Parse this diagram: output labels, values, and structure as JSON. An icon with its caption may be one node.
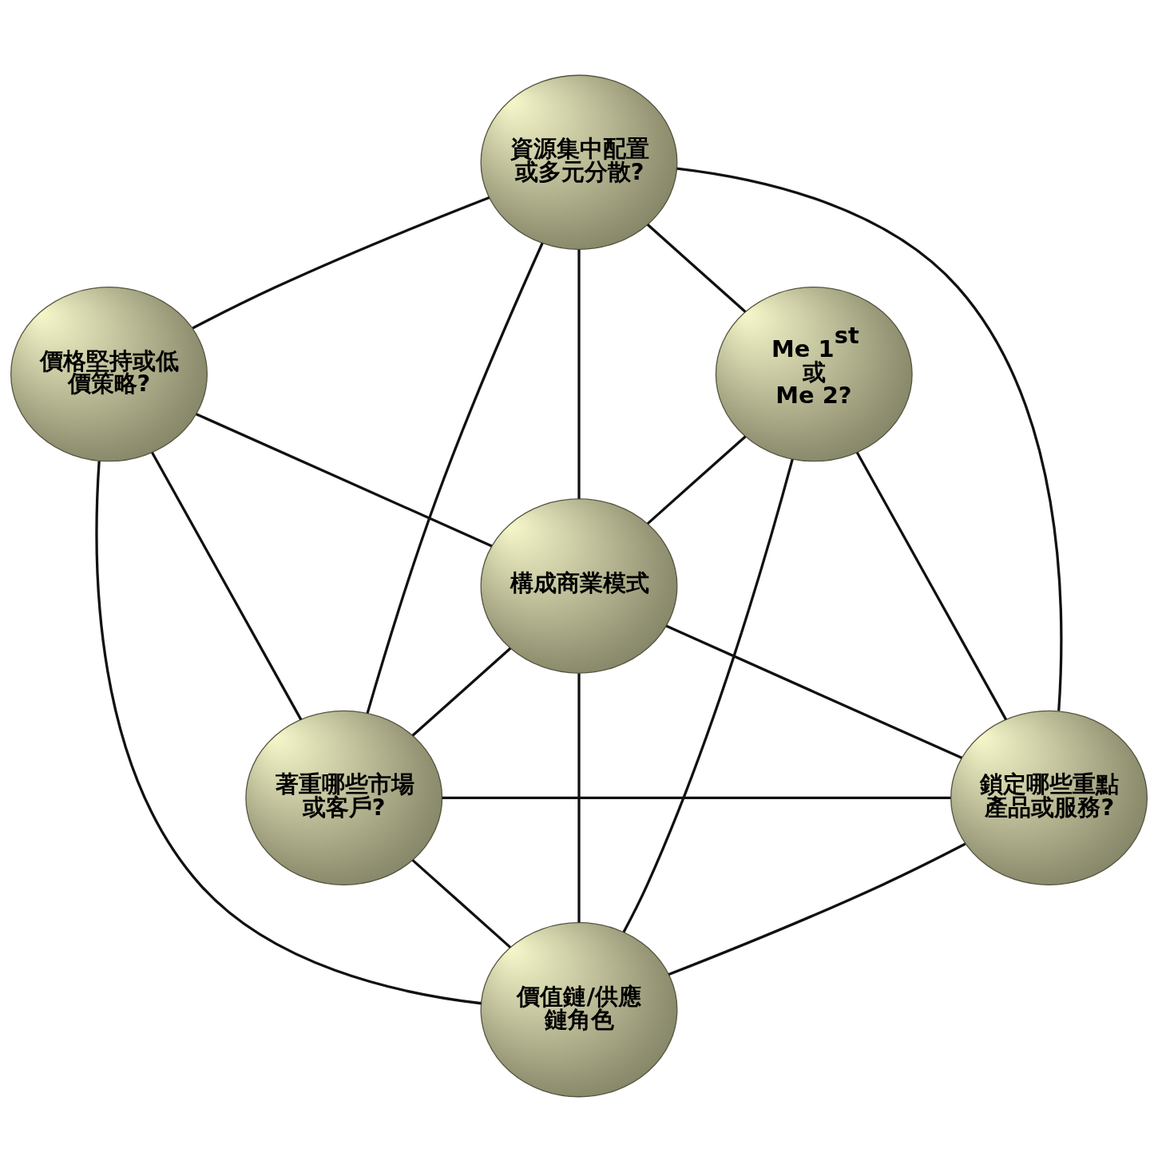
{
  "diagram": {
    "nodes": [
      {
        "text": [
          "資源集中配置或多元分散?"
        ]
      },
      {
        "text": [
          "價格堅持或低價策略?"
        ]
      },
      {
        "text": [
          "Me 1$^{st}$ 或 Me 2?"
        ]
      },
      {
        "text": [
          "構成商業模式"
        ]
      },
      {
        "text": [
          "著重哪些市場或客戶?"
        ]
      },
      {
        "text": [
          "鎖定哪些重點產品或服務?"
        ]
      },
      {
        "text": [
          "價值鏈/供應鏈角色"
        ]
      }
    ],
    "edges": [
      {
        "from": 0,
        "to": 1,
        "arrow": "none"
      },
      {
        "from": 0,
        "to": 2,
        "arrow": "none"
      },
      {
        "from": 0,
        "to": 3,
        "arrow": "none"
      },
      {
        "from": 0,
        "to": 4,
        "arrow": "none"
      },
      {
        "from": 0,
        "to": 5,
        "arrow": "none"
      },
      {
        "from": 1,
        "to": 3,
        "arrow": "none"
      },
      {
        "from": 1,
        "to": 4,
        "arrow": "none"
      },
      {
        "from": 1,
        "to": 6,
        "arrow": "none"
      },
      {
        "from": 2,
        "to": 3,
        "arrow": "none"
      },
      {
        "from": 2,
        "to": 5,
        "arrow": "none"
      },
      {
        "from": 2,
        "to": 6,
        "arrow": "none"
      },
      {
        "from": 3,
        "to": 4,
        "arrow": "none"
      },
      {
        "from": 3,
        "to": 5,
        "arrow": "none"
      },
      {
        "from": 3,
        "to": 6,
        "arrow": "none"
      },
      {
        "from": 4,
        "to": 5,
        "arrow": "none"
      },
      {
        "from": 4,
        "to": 6,
        "arrow": "none"
      },
      {
        "from": 5,
        "to": 6,
        "arrow": "none"
      }
    ]
  }
}
